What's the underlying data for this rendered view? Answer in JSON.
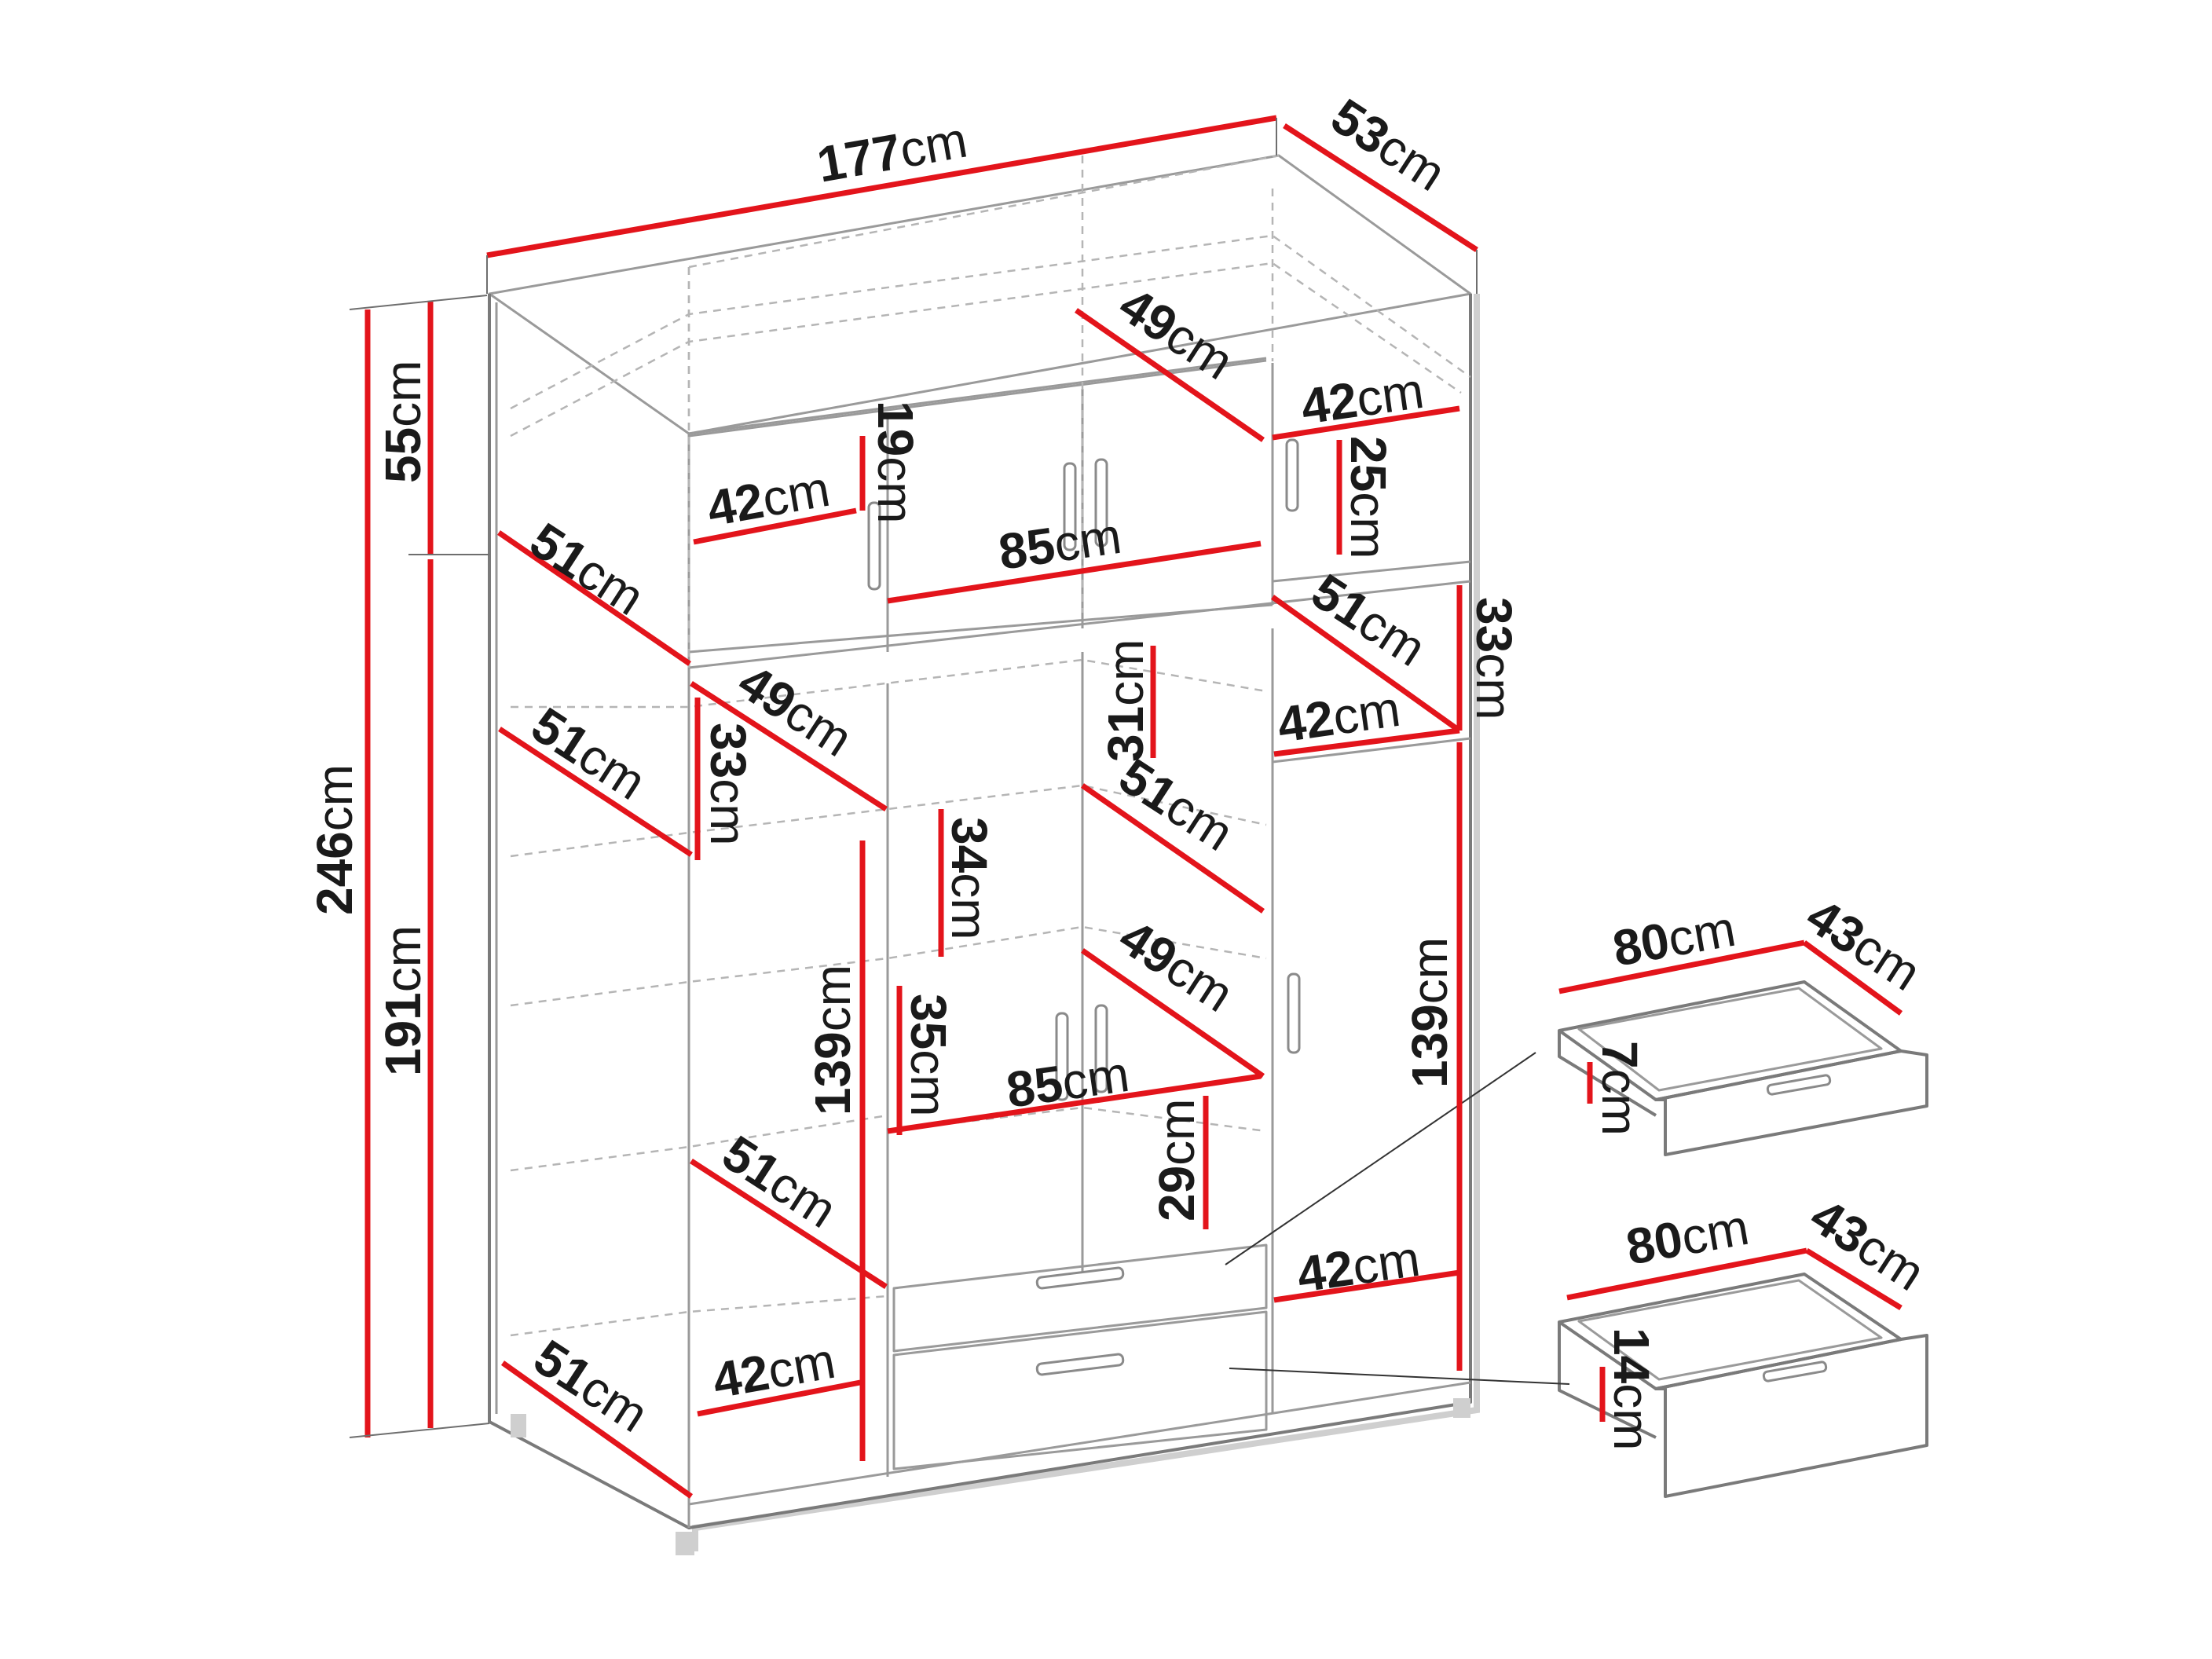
{
  "unit": "cm",
  "dimensions": {
    "total_width": "177",
    "total_depth": "53",
    "total_height": "246",
    "top_section_height": "55",
    "bottom_section_height": "191",
    "top_left_depth": "51",
    "top_left_shelf_width": "42",
    "top_left_height": "19",
    "top_middle_depth": "49",
    "top_middle_width": "85",
    "top_right_width": "42",
    "top_right_height": "25",
    "right_upper_depth": "51",
    "right_upper_width": "42",
    "right_upper_height": "33",
    "left_upper_depth": "51",
    "left_compartment_depth": "49",
    "left_compartment_height": "33",
    "middle_upper_height": "31",
    "middle_shelf_depth": "51",
    "middle_compartment_height": "34",
    "left_section_height": "139",
    "middle_lower_height": "35",
    "middle_lower_depth": "49",
    "middle_lower_width": "85",
    "middle_bottom_height": "29",
    "left_lower_depth": "51",
    "left_bottom_depth": "51",
    "left_bottom_width": "42",
    "right_section_height": "139",
    "right_lower_width": "42",
    "drawer_small_width": "80",
    "drawer_small_depth": "43",
    "drawer_small_height": "7",
    "drawer_large_width": "80",
    "drawer_large_depth": "43",
    "drawer_large_height": "14"
  }
}
